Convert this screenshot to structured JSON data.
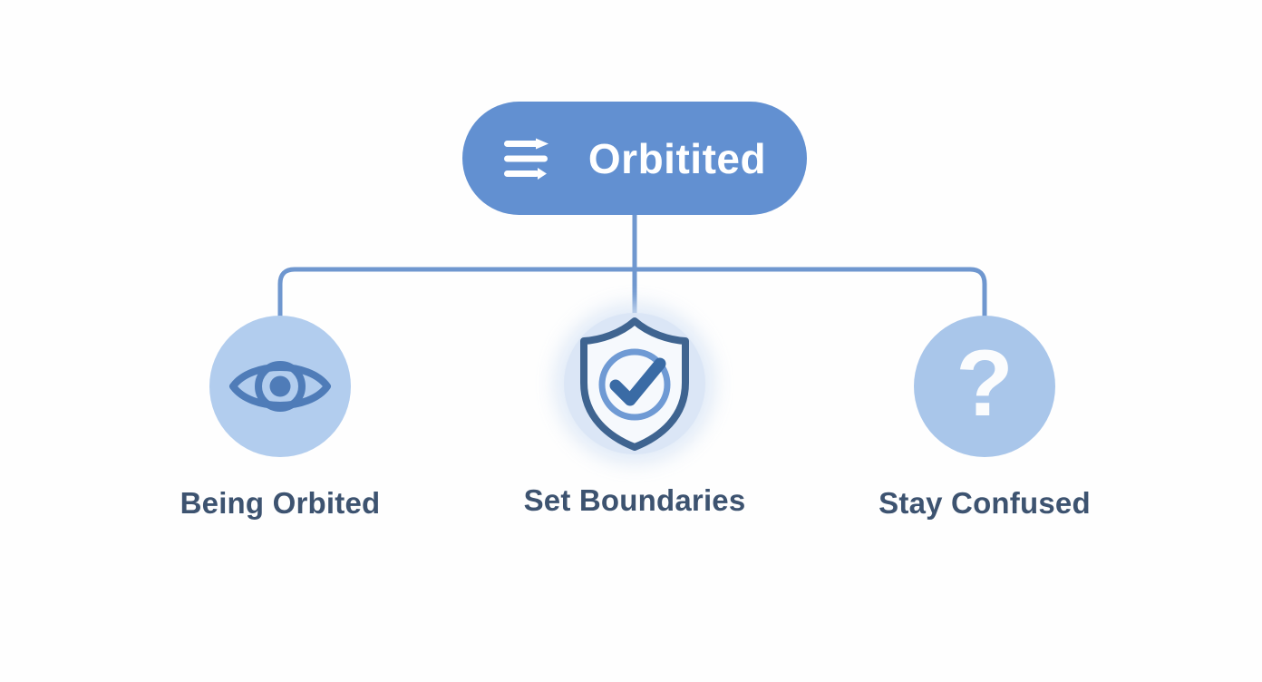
{
  "diagram": {
    "type": "hierarchy-tree",
    "background_color": "#fefefe",
    "root": {
      "label": "Orbitited",
      "icon": "transfer-arrows-icon",
      "fill_color": "#6290d1",
      "text_color": "#ffffff"
    },
    "connector_color": "#6f97cf",
    "label_color": "#3d5370",
    "nodes": [
      {
        "id": "being-orbited",
        "label": "Being Orbited",
        "icon": "eye-icon",
        "circle_color": "#b2cdee",
        "icon_color": "#4f7cb8"
      },
      {
        "id": "set-boundaries",
        "label": "Set Boundaries",
        "icon": "shield-check-icon",
        "circle_color": "#dbe6f6",
        "icon_color": "#3f6490"
      },
      {
        "id": "stay-confused",
        "label": "Stay Confused",
        "icon": "question-mark-icon",
        "circle_color": "#a9c6ea",
        "icon_color": "#fbfcfd",
        "glyph": "?"
      }
    ]
  }
}
